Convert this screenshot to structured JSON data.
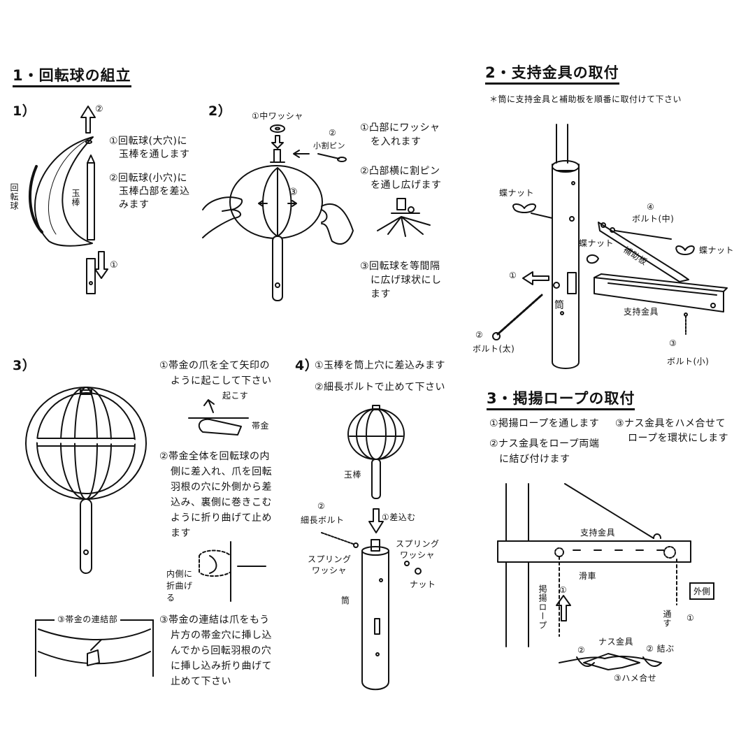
{
  "section1": {
    "title": "1・回転球の組立",
    "step1": {
      "num": "1）",
      "arrow_up": "②",
      "arrow_down": "①",
      "ball_label": "回転球",
      "rod_label": "玉棒",
      "note1": [
        "①回転球(大穴)に",
        "玉棒を通します"
      ],
      "note2": [
        "②回転球(小穴)に",
        "玉棒凸部を差込",
        "みます"
      ]
    },
    "step2": {
      "num": "2）",
      "washer_label": "①中ワッシャ",
      "pin_num": "②",
      "pin_label": "小割ピン",
      "circle3": "③",
      "note1": [
        "①凸部にワッシャ",
        "を入れます"
      ],
      "note2": [
        "②凸部横に割ピン",
        "を通し広げます"
      ],
      "note3": [
        "③回転球を等間隔",
        "に広げ球状にし",
        "ます"
      ]
    },
    "step3": {
      "num": "3）",
      "note1": [
        "①帯金の爪を全て矢印の",
        "ように起こして下さい"
      ],
      "raise": "起こす",
      "band": "帯金",
      "note2": [
        "②帯金全体を回転球の内",
        "側に差入れ、爪を回転",
        "羽根の穴に外側から差",
        "込み、裏側に巻きこむ",
        "ように折り曲げて止め",
        "ます"
      ],
      "inner_fold": [
        "内側に",
        "折曲げ",
        "る"
      ],
      "join_title": "③帯金の連結部",
      "note3": [
        "③帯金の連結は爪をもう",
        "片方の帯金穴に挿し込",
        "んでから回転羽根の穴",
        "に挿し込み折り曲げて",
        "止めて下さい"
      ]
    },
    "step4": {
      "num": "4）",
      "note1": "①玉棒を筒上穴に差込みます",
      "note2": "②細長ボルトで止めて下さい",
      "rod": "玉棒",
      "bolt_num": "②",
      "bolt": "細長ボルト",
      "insert": "①差込む",
      "spring_l": [
        "スプリング",
        "ワッシャ"
      ],
      "spring_r": [
        "スプリング",
        "ワッシャ"
      ],
      "nut": "ナット",
      "tube": "筒"
    }
  },
  "section2": {
    "title": "2・支持金具の取付",
    "subtitle": "＊筒に支持金具と補助板を順番に取付けて下さい",
    "wing_nut_l": "蝶ナット",
    "bolt_mid_num": "④",
    "bolt_mid": "ボルト(中)",
    "wing_nut_m": "蝶ナット",
    "wing_nut_r": "蝶ナット",
    "aux_plate": "補助板",
    "arrow1": "①",
    "tube": "筒",
    "bracket": "支持金具",
    "bolt_thick_num": "②",
    "bolt_thick": "ボルト(太)",
    "bolt_small_num": "③",
    "bolt_small": "ボルト(小)"
  },
  "section3": {
    "title": "3・掲揚ロープの取付",
    "note1": "①掲揚ロープを通します",
    "note2": [
      "②ナス金具をロープ両端",
      "に結び付けます"
    ],
    "note3": [
      "③ナス金具をハメ合せて",
      "ロープを環状にします"
    ],
    "bracket": "支持金具",
    "pulley": "滑車",
    "outside": "外側",
    "rope_num": "①",
    "rope": "掲揚ロープ",
    "pass": "通す",
    "pass_num": "①",
    "nasu": "ナス金具",
    "tie_l": "②",
    "tie_r": "② 結ぶ",
    "fit": "③ハメ合せ"
  }
}
